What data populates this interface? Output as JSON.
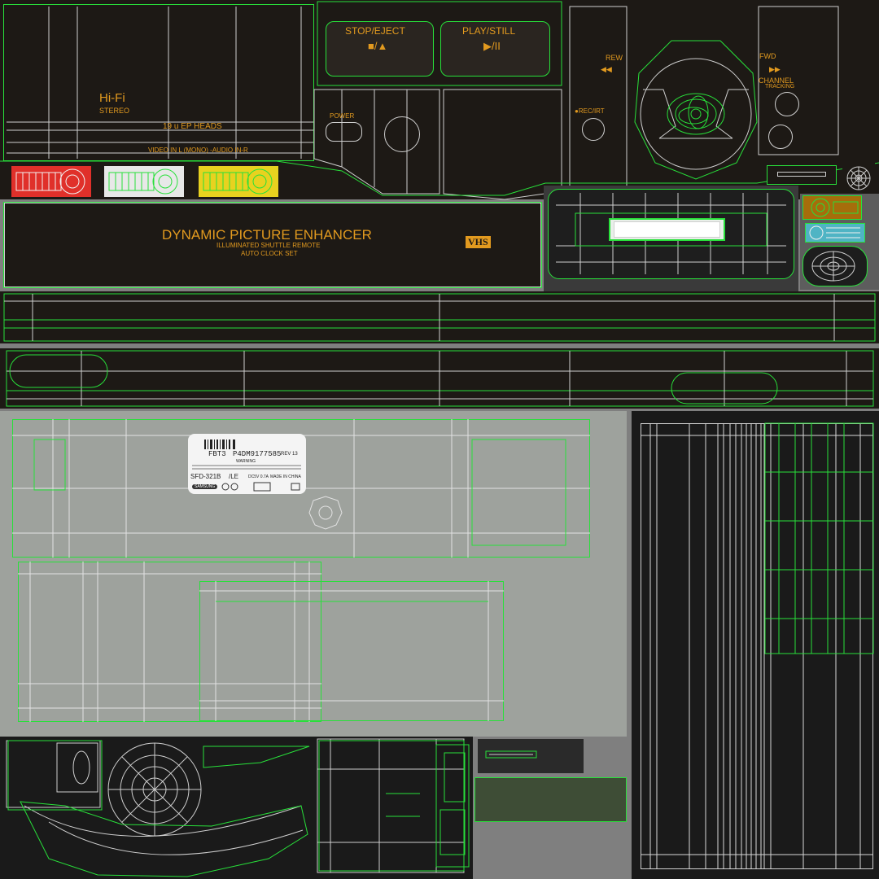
{
  "front_panel": {
    "hifi": "Hi-Fi",
    "stereo": "STEREO",
    "heads": "19 u EP  HEADS",
    "inputs": "VIDEO IN      L (MONO) -AUDIO  IN-R",
    "power": "POWER",
    "stop_eject": "STOP/EJECT",
    "stop_eject_symbol": "■/▲",
    "play_still": "PLAY/STILL",
    "play_still_symbol": "▶/II",
    "rew": "REW",
    "rew_symbol": "◀◀",
    "ffwd": "FWD",
    "ffwd_symbol": "▶▶",
    "channel": "CHANNEL",
    "tracking": "TRACKING",
    "rec": "●REC/IRT"
  },
  "front_strip": {
    "headline": "DYNAMIC  PICTURE  ENHANCER",
    "line1": "ILLUMINATED  SHUTTLE  REMOTE",
    "line2": "AUTO  CLOCK  SET",
    "logo": "VHS"
  },
  "serial_label": {
    "model_code": "FBT3",
    "serial": "P4DM9177585",
    "rev": "REV  13",
    "warning": "WARNING",
    "model": "SFD-321B",
    "suffix": "/LE",
    "power_spec": "DC5V 0.7A",
    "origin": "MADE IN CHINA",
    "brand": "SAMSUNG"
  },
  "colors": {
    "background": "#7f7f7f",
    "panel": "#1d1915",
    "wire_green": "#28e03a",
    "wire_white": "#cfcfcf",
    "text_orange": "#e29a1f",
    "indicator_red": "#e0302a",
    "indicator_white": "#e8e8e8",
    "indicator_yellow": "#e8d21f",
    "grey_panel": "#9ea29d"
  }
}
